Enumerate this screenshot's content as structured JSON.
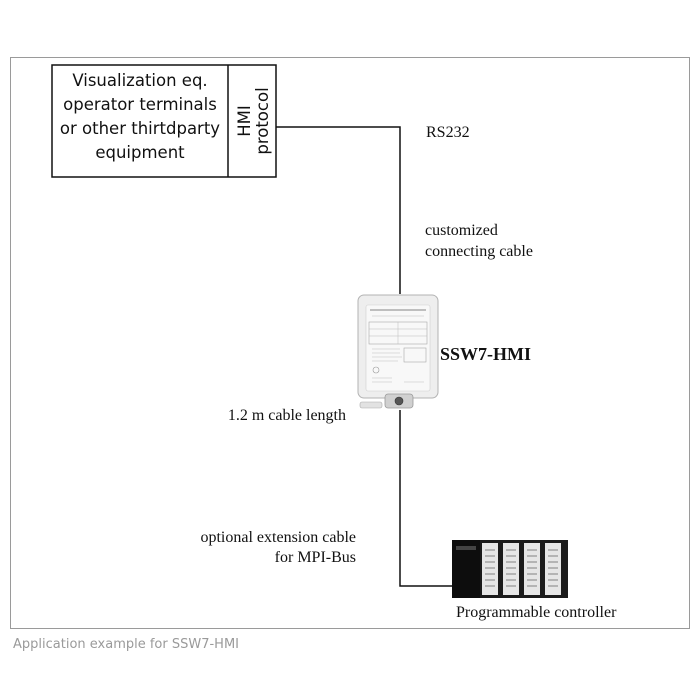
{
  "source_box": {
    "lines": [
      "Visualization eq.",
      "operator terminals",
      "or other thirtdparty",
      "equipment"
    ],
    "protocol_lines": [
      "HMI",
      "protocol"
    ]
  },
  "labels": {
    "rs232": "RS232",
    "cable_line1": "customized",
    "cable_line2": "connecting cable",
    "device_name": "SSW7-HMI",
    "cable_length": "1.2 m cable length",
    "extension_line1": "optional extension cable",
    "extension_line2": "for MPI-Bus",
    "plc": "Programmable controller"
  },
  "caption": "Application example for SSW7-HMI"
}
